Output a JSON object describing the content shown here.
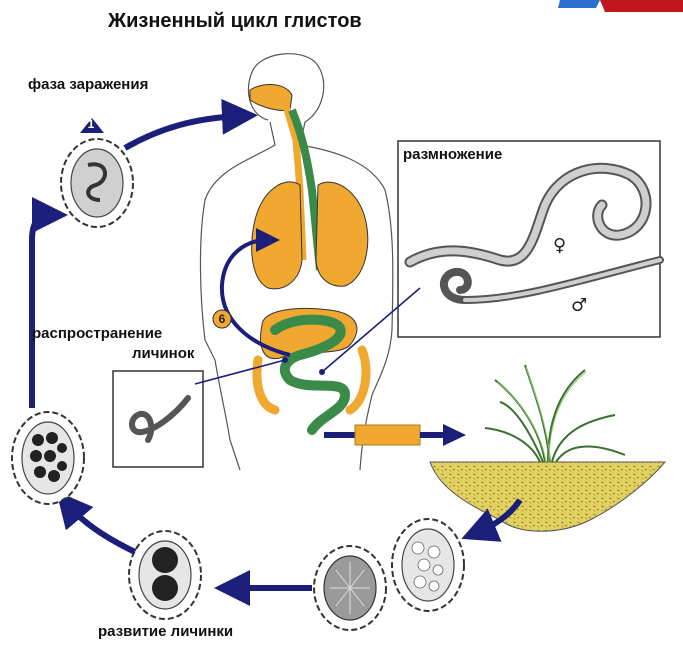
{
  "title": "Жизненный цикл глистов",
  "labels": {
    "infection": "фаза заражения",
    "reproduction": "размножение",
    "spread_line1": "распространение",
    "spread_line2": "личинок",
    "development": "развитие личинки"
  },
  "badges": {
    "infection": "1",
    "spread": "6"
  },
  "symbols": {
    "female": "♀",
    "male": "♂"
  },
  "colors": {
    "cycle_arrow": "#1b1f7a",
    "organs": "#f0a830",
    "intestine": "#3a8a4a",
    "soil": "#e2d060",
    "grass": "#4a9040",
    "transfer_bar": "#f0a830"
  }
}
